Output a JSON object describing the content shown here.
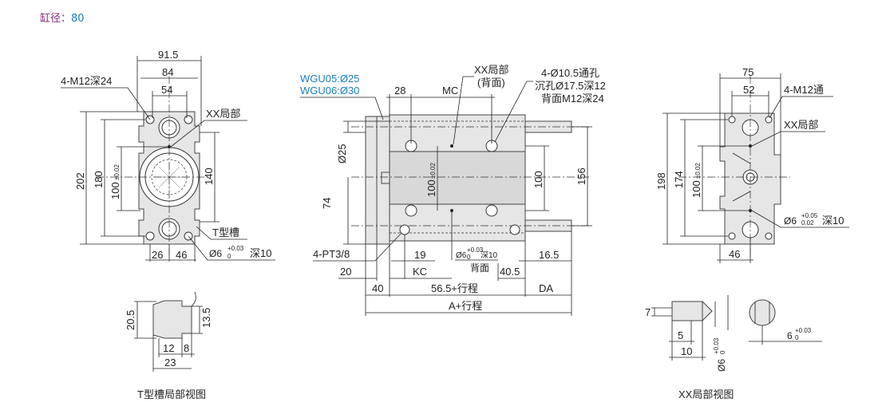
{
  "header": {
    "label": "缸径：",
    "value": "80"
  },
  "left_view": {
    "top_dims": [
      "91.5",
      "84",
      "54"
    ],
    "callouts": [
      "4-M12深24",
      "XX局部",
      "T型槽"
    ],
    "hole_note": "Ø6",
    "hole_tol_upper": "+0.03",
    "hole_tol_lower": "0",
    "hole_depth": "深10",
    "left_dims": [
      "202",
      "180"
    ],
    "center_dim": "100",
    "center_tol": "±0.02",
    "right_dim": "140",
    "bottom_dims": [
      "26",
      "46"
    ]
  },
  "t_slot": {
    "dims": [
      "20.5",
      "13.5",
      "12",
      "8",
      "23"
    ],
    "caption": "T型槽局部视图"
  },
  "mid_view": {
    "models": [
      "WGU05:Ø25",
      "WGU06:Ø30"
    ],
    "callouts": [
      "XX局部",
      "(背面)",
      "4-Ø10.5通孔",
      "沉孔Ø17.5深12",
      "背面M12深24",
      "4-PT3/8"
    ],
    "top_dims": [
      "28",
      "MC"
    ],
    "left_dims": [
      "Ø25",
      "74"
    ],
    "center_dim": "100",
    "center_tol": "±0.02",
    "right_dims": [
      "100",
      "156"
    ],
    "hole_note": "Ø6",
    "hole_tol_upper": "+0.03",
    "hole_tol_lower": "0",
    "hole_depth": "深10",
    "back_label": "背面",
    "bottom_dims": [
      "19",
      "16.5",
      "20",
      "KC",
      "40.5",
      "40",
      "56.5+行程",
      "DA",
      "A+行程"
    ]
  },
  "right_view": {
    "top_dims": [
      "75",
      "52"
    ],
    "callouts": [
      "4-M12通",
      "XX局部"
    ],
    "left_dims": [
      "198",
      "174"
    ],
    "center_dim": "100",
    "center_tol": "±0.02",
    "hole_note": "Ø6",
    "hole_tol_upper": "+0.05",
    "hole_tol_lower": "0.02",
    "hole_depth": "深10",
    "bottom_dim": "46"
  },
  "xx_view": {
    "dims": [
      "7",
      "5",
      "10",
      "Ø6",
      "6"
    ],
    "tol_upper": "+0.03",
    "tol_lower": "0",
    "caption": "XX局部视图"
  }
}
